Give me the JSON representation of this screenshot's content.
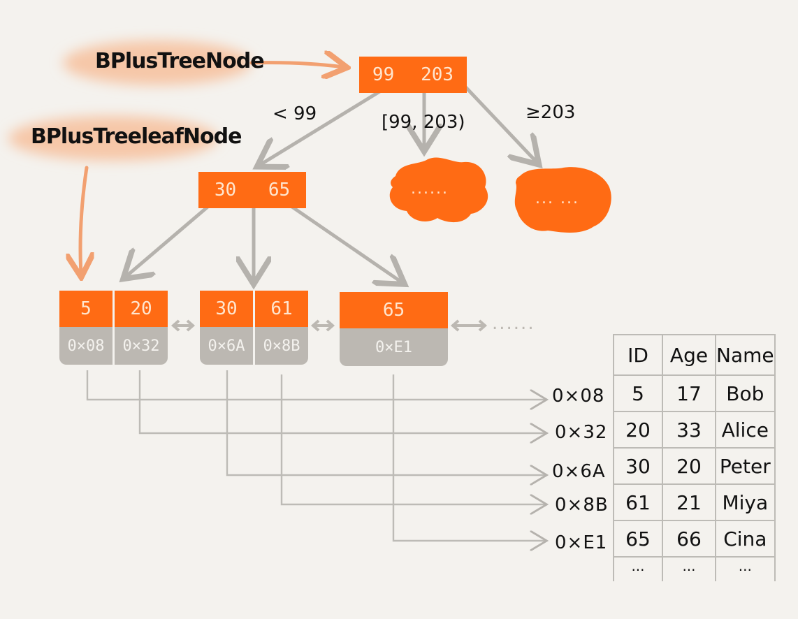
{
  "labels": {
    "internal_node_type": "BPlusTreeNode",
    "leaf_node_type": "BPlusTreeleafNode"
  },
  "root": {
    "keys": [
      "99",
      "203"
    ]
  },
  "root_edges": {
    "left": "< 99",
    "middle": "[99, 203)",
    "right": "≥203"
  },
  "internal": {
    "keys": [
      "30",
      "65"
    ]
  },
  "collapsed_nodes": [
    "......",
    "... ..."
  ],
  "leaves": [
    {
      "keys": [
        "5",
        "20"
      ],
      "pointers": [
        "0×08",
        "0×32"
      ]
    },
    {
      "keys": [
        "30",
        "61"
      ],
      "pointers": [
        "0×6A",
        "0×8B"
      ]
    },
    {
      "keys": [
        "65"
      ],
      "pointers": [
        "0×E1"
      ]
    }
  ],
  "leaf_more": "......",
  "addresses": [
    "0×08",
    "0×32",
    "0×6A",
    "0×8B",
    "0×E1"
  ],
  "table": {
    "headers": [
      "ID",
      "Age",
      "Name"
    ],
    "rows": [
      [
        "5",
        "17",
        "Bob"
      ],
      [
        "20",
        "33",
        "Alice"
      ],
      [
        "30",
        "20",
        "Peter"
      ],
      [
        "61",
        "21",
        "Miya"
      ],
      [
        "65",
        "66",
        "Cina"
      ]
    ],
    "ellipsis": [
      "...",
      "...",
      "..."
    ]
  },
  "colors": {
    "node_fill": "#ff6b14",
    "pointer_fill": "#bcb8b2",
    "arrow": "#b5b2ad",
    "label_arrow": "#f2a070",
    "background": "#f4f2ee"
  }
}
